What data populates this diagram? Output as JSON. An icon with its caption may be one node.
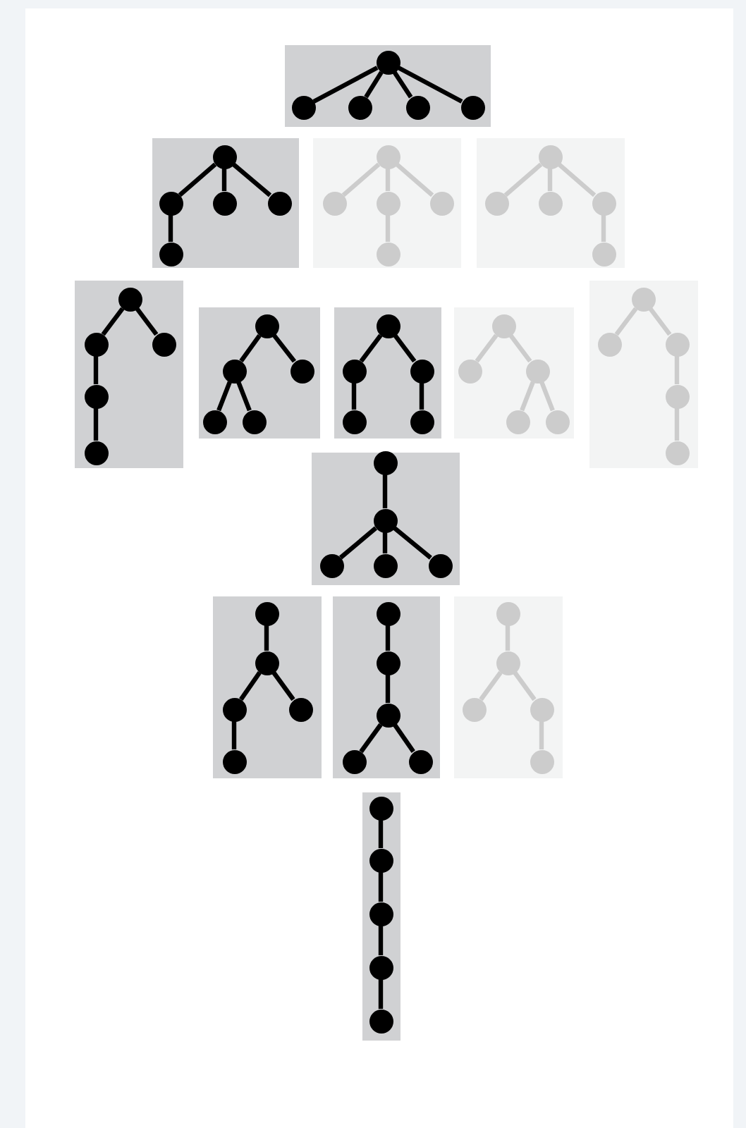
{
  "diagram": {
    "nodes": [
      {
        "text": [],
        "shape": "box"
      },
      {
        "text": [],
        "shape": "circle",
        "in": 0
      },
      {
        "text": [],
        "shape": "circle",
        "in": 0
      },
      {
        "text": [],
        "shape": "circle",
        "in": 0
      },
      {
        "text": [],
        "shape": "circle",
        "in": 0
      },
      {
        "text": [],
        "shape": "circle",
        "in": 0
      },
      {
        "text": [],
        "shape": "box"
      },
      {
        "text": [],
        "shape": "circle",
        "in": 6
      },
      {
        "text": [],
        "shape": "circle",
        "in": 6
      },
      {
        "text": [],
        "shape": "circle",
        "in": 6
      },
      {
        "text": [],
        "shape": "circle",
        "in": 6
      },
      {
        "text": [],
        "shape": "circle",
        "in": 6
      },
      {
        "text": [],
        "shape": "box"
      },
      {
        "text": [],
        "shape": "circle",
        "in": 12
      },
      {
        "text": [],
        "shape": "circle",
        "in": 12
      },
      {
        "text": [],
        "shape": "circle",
        "in": 12
      },
      {
        "text": [],
        "shape": "circle",
        "in": 12
      },
      {
        "text": [],
        "shape": "circle",
        "in": 12
      },
      {
        "text": [],
        "shape": "box"
      },
      {
        "text": [],
        "shape": "circle",
        "in": 18
      },
      {
        "text": [],
        "shape": "circle",
        "in": 18
      },
      {
        "text": [],
        "shape": "circle",
        "in": 18
      },
      {
        "text": [],
        "shape": "circle",
        "in": 18
      },
      {
        "text": [],
        "shape": "circle",
        "in": 18
      },
      {
        "text": [],
        "shape": "box"
      },
      {
        "text": [],
        "shape": "circle",
        "in": 24
      },
      {
        "text": [],
        "shape": "circle",
        "in": 24
      },
      {
        "text": [],
        "shape": "circle",
        "in": 24
      },
      {
        "text": [],
        "shape": "circle",
        "in": 24
      },
      {
        "text": [],
        "shape": "circle",
        "in": 24
      },
      {
        "text": [],
        "shape": "box"
      },
      {
        "text": [],
        "shape": "circle",
        "in": 30
      },
      {
        "text": [],
        "shape": "circle",
        "in": 30
      },
      {
        "text": [],
        "shape": "circle",
        "in": 30
      },
      {
        "text": [],
        "shape": "circle",
        "in": 30
      },
      {
        "text": [],
        "shape": "circle",
        "in": 30
      },
      {
        "text": [],
        "shape": "box"
      },
      {
        "text": [],
        "shape": "circle",
        "in": 36
      },
      {
        "text": [],
        "shape": "circle",
        "in": 36
      },
      {
        "text": [],
        "shape": "circle",
        "in": 36
      },
      {
        "text": [],
        "shape": "circle",
        "in": 36
      },
      {
        "text": [],
        "shape": "circle",
        "in": 36
      },
      {
        "text": [],
        "shape": "box"
      },
      {
        "text": [],
        "shape": "circle",
        "in": 42
      },
      {
        "text": [],
        "shape": "circle",
        "in": 42
      },
      {
        "text": [],
        "shape": "circle",
        "in": 42
      },
      {
        "text": [],
        "shape": "circle",
        "in": 42
      },
      {
        "text": [],
        "shape": "circle",
        "in": 42
      },
      {
        "text": [],
        "shape": "box"
      },
      {
        "text": [],
        "shape": "circle",
        "in": 48
      },
      {
        "text": [],
        "shape": "circle",
        "in": 48
      },
      {
        "text": [],
        "shape": "circle",
        "in": 48
      },
      {
        "text": [],
        "shape": "circle",
        "in": 48
      },
      {
        "text": [],
        "shape": "circle",
        "in": 48
      },
      {
        "text": [],
        "shape": "box"
      },
      {
        "text": [],
        "shape": "circle",
        "in": 54
      },
      {
        "text": [],
        "shape": "circle",
        "in": 54
      },
      {
        "text": [],
        "shape": "circle",
        "in": 54
      },
      {
        "text": [],
        "shape": "circle",
        "in": 54
      },
      {
        "text": [],
        "shape": "circle",
        "in": 54
      },
      {
        "text": [],
        "shape": "box"
      },
      {
        "text": [],
        "shape": "circle",
        "in": 60
      },
      {
        "text": [],
        "shape": "circle",
        "in": 60
      },
      {
        "text": [],
        "shape": "circle",
        "in": 60
      },
      {
        "text": [],
        "shape": "circle",
        "in": 60
      },
      {
        "text": [],
        "shape": "circle",
        "in": 60
      },
      {
        "text": [],
        "shape": "box"
      },
      {
        "text": [],
        "shape": "circle",
        "in": 66
      },
      {
        "text": [],
        "shape": "circle",
        "in": 66
      },
      {
        "text": [],
        "shape": "circle",
        "in": 66
      },
      {
        "text": [],
        "shape": "circle",
        "in": 66
      },
      {
        "text": [],
        "shape": "circle",
        "in": 66
      },
      {
        "text": [],
        "shape": "box"
      },
      {
        "text": [],
        "shape": "circle",
        "in": 72
      },
      {
        "text": [],
        "shape": "circle",
        "in": 72
      },
      {
        "text": [],
        "shape": "circle",
        "in": 72
      },
      {
        "text": [],
        "shape": "circle",
        "in": 72
      },
      {
        "text": [],
        "shape": "circle",
        "in": 72
      },
      {
        "text": [],
        "shape": "box"
      },
      {
        "text": [],
        "shape": "circle",
        "in": 78
      },
      {
        "text": [],
        "shape": "circle",
        "in": 78
      },
      {
        "text": [],
        "shape": "circle",
        "in": 78
      },
      {
        "text": [],
        "shape": "circle",
        "in": 78
      },
      {
        "text": [],
        "shape": "circle",
        "in": 78
      }
    ],
    "edges": [
      {
        "from": 1,
        "to": 2,
        "arrow": "none"
      },
      {
        "from": 1,
        "to": 3,
        "arrow": "none"
      },
      {
        "from": 1,
        "to": 4,
        "arrow": "none"
      },
      {
        "from": 1,
        "to": 5,
        "arrow": "none"
      },
      {
        "from": 7,
        "to": 8,
        "arrow": "none"
      },
      {
        "from": 7,
        "to": 9,
        "arrow": "none"
      },
      {
        "from": 7,
        "to": 10,
        "arrow": "none"
      },
      {
        "from": 8,
        "to": 11,
        "arrow": "none"
      },
      {
        "from": 13,
        "to": 14,
        "arrow": "none",
        "color": "#cccccc"
      },
      {
        "from": 13,
        "to": 15,
        "arrow": "none",
        "color": "#cccccc"
      },
      {
        "from": 13,
        "to": 16,
        "arrow": "none",
        "color": "#cccccc"
      },
      {
        "from": 15,
        "to": 17,
        "arrow": "none",
        "color": "#cccccc"
      },
      {
        "from": 19,
        "to": 20,
        "arrow": "none",
        "color": "#cccccc"
      },
      {
        "from": 19,
        "to": 21,
        "arrow": "none",
        "color": "#cccccc"
      },
      {
        "from": 19,
        "to": 22,
        "arrow": "none",
        "color": "#cccccc"
      },
      {
        "from": 22,
        "to": 23,
        "arrow": "none",
        "color": "#cccccc"
      },
      {
        "from": 25,
        "to": 26,
        "arrow": "none"
      },
      {
        "from": 25,
        "to": 27,
        "arrow": "none"
      },
      {
        "from": 26,
        "to": 28,
        "arrow": "none"
      },
      {
        "from": 28,
        "to": 29,
        "arrow": "none"
      },
      {
        "from": 31,
        "to": 32,
        "arrow": "none"
      },
      {
        "from": 31,
        "to": 33,
        "arrow": "none"
      },
      {
        "from": 32,
        "to": 34,
        "arrow": "none"
      },
      {
        "from": 32,
        "to": 35,
        "arrow": "none"
      },
      {
        "from": 37,
        "to": 38,
        "arrow": "none"
      },
      {
        "from": 37,
        "to": 39,
        "arrow": "none"
      },
      {
        "from": 38,
        "to": 40,
        "arrow": "none"
      },
      {
        "from": 39,
        "to": 41,
        "arrow": "none"
      },
      {
        "from": 43,
        "to": 44,
        "arrow": "none",
        "color": "#cccccc"
      },
      {
        "from": 43,
        "to": 45,
        "arrow": "none",
        "color": "#cccccc"
      },
      {
        "from": 45,
        "to": 46,
        "arrow": "none",
        "color": "#cccccc"
      },
      {
        "from": 45,
        "to": 47,
        "arrow": "none",
        "color": "#cccccc"
      },
      {
        "from": 49,
        "to": 50,
        "arrow": "none",
        "color": "#cccccc"
      },
      {
        "from": 49,
        "to": 51,
        "arrow": "none",
        "color": "#cccccc"
      },
      {
        "from": 51,
        "to": 52,
        "arrow": "none",
        "color": "#cccccc"
      },
      {
        "from": 52,
        "to": 53,
        "arrow": "none",
        "color": "#cccccc"
      },
      {
        "from": 55,
        "to": 56,
        "arrow": "none"
      },
      {
        "from": 56,
        "to": 57,
        "arrow": "none"
      },
      {
        "from": 56,
        "to": 58,
        "arrow": "none"
      },
      {
        "from": 56,
        "to": 59,
        "arrow": "none"
      },
      {
        "from": 61,
        "to": 62,
        "arrow": "none"
      },
      {
        "from": 62,
        "to": 63,
        "arrow": "none"
      },
      {
        "from": 62,
        "to": 64,
        "arrow": "none"
      },
      {
        "from": 63,
        "to": 65,
        "arrow": "none"
      },
      {
        "from": 67,
        "to": 68,
        "arrow": "none"
      },
      {
        "from": 68,
        "to": 69,
        "arrow": "none"
      },
      {
        "from": 69,
        "to": 70,
        "arrow": "none"
      },
      {
        "from": 69,
        "to": 71,
        "arrow": "none"
      },
      {
        "from": 73,
        "to": 74,
        "arrow": "none",
        "color": "#cccccc"
      },
      {
        "from": 74,
        "to": 75,
        "arrow": "none",
        "color": "#cccccc"
      },
      {
        "from": 74,
        "to": 76,
        "arrow": "none",
        "color": "#cccccc"
      },
      {
        "from": 76,
        "to": 77,
        "arrow": "none",
        "color": "#cccccc"
      },
      {
        "from": 79,
        "to": 80,
        "arrow": "none"
      },
      {
        "from": 80,
        "to": 81,
        "arrow": "none"
      },
      {
        "from": 81,
        "to": 82,
        "arrow": "none"
      },
      {
        "from": 82,
        "to": 83,
        "arrow": "none"
      }
    ]
  }
}
